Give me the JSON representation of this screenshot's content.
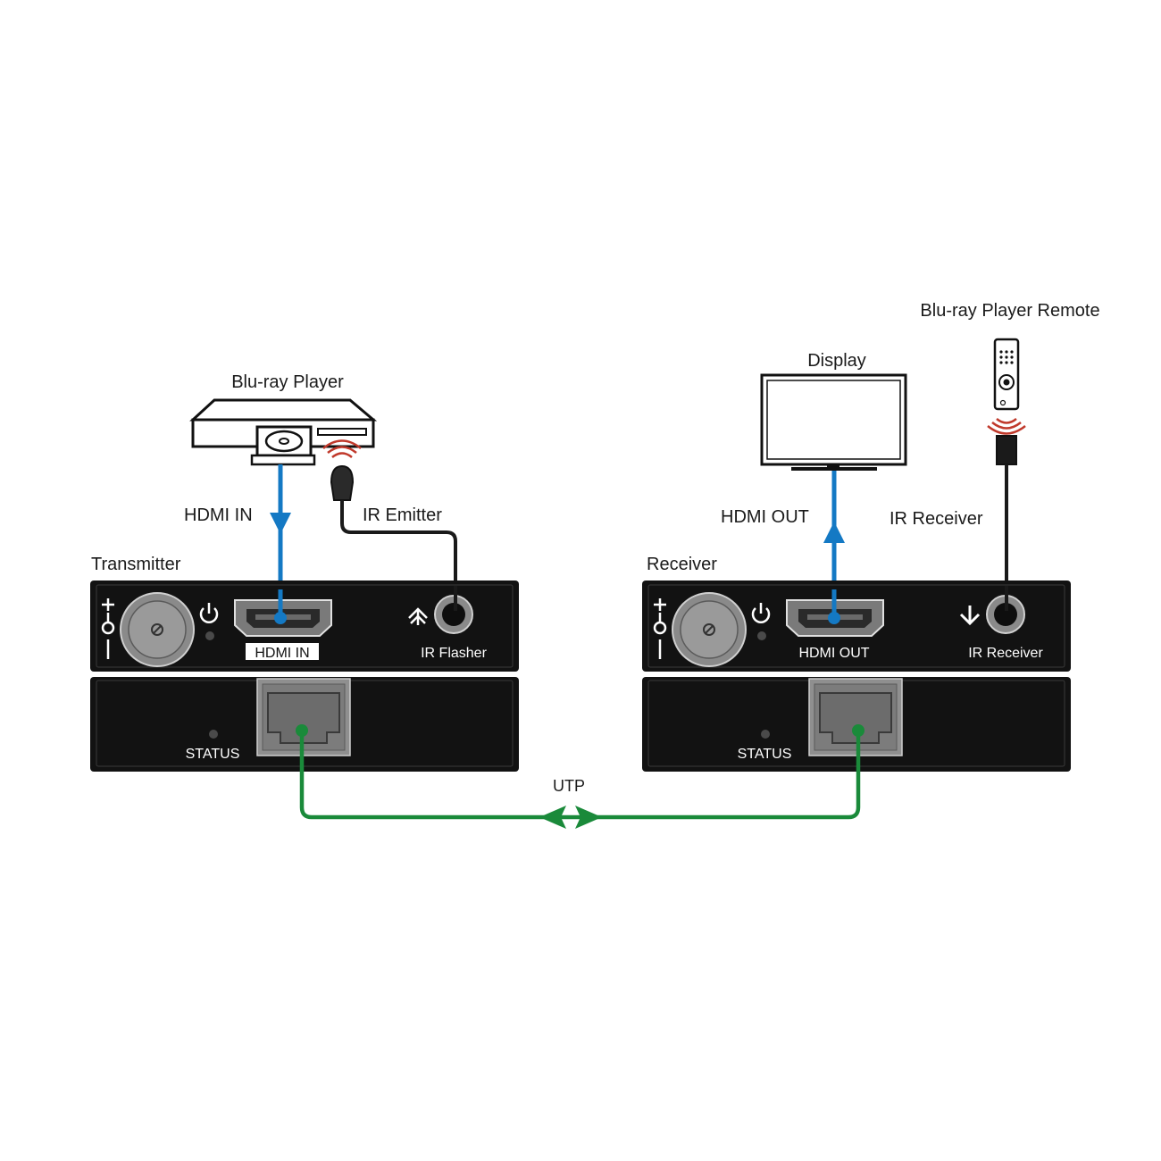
{
  "labels": {
    "bluray_player": "Blu-ray Player",
    "bluray_remote": "Blu-ray Player Remote",
    "display": "Display",
    "transmitter": "Transmitter",
    "receiver": "Receiver",
    "hdmi_in_cable": "HDMI IN",
    "ir_emitter_cable": "IR Emitter",
    "hdmi_out_cable": "HDMI OUT",
    "ir_receiver_cable": "IR Receiver",
    "utp": "UTP"
  },
  "transmitter": {
    "hdmi_port_label": "HDMI IN",
    "ir_port_label": "IR Flasher",
    "status_label": "STATUS"
  },
  "receiver": {
    "hdmi_port_label": "HDMI OUT",
    "ir_port_label": "IR Receiver",
    "status_label": "STATUS"
  },
  "colors": {
    "hdmi_cable": "#1479c4",
    "utp_cable": "#1a8a3a",
    "ir_cable": "#1a1a1a",
    "device_body": "#121212",
    "ir_signal": "#c0392b"
  }
}
